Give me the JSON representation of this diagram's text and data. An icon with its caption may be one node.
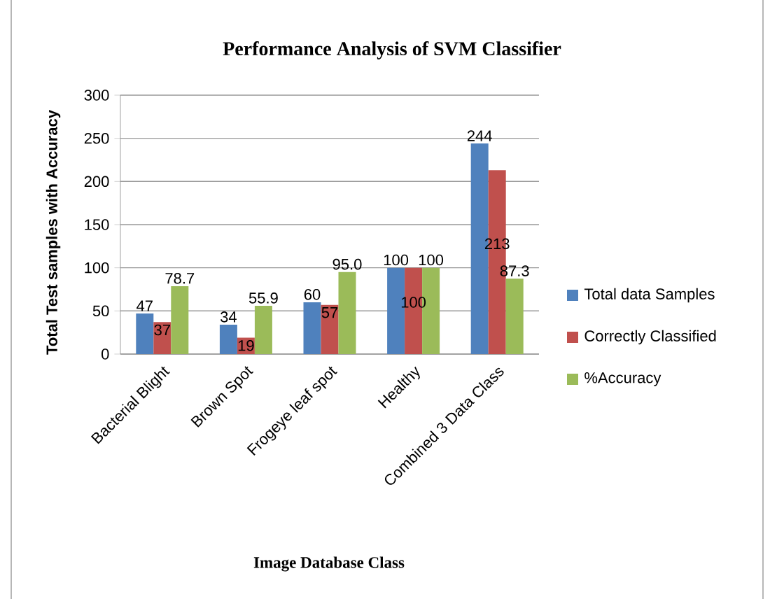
{
  "diagram": {
    "chart_data": {
      "type": "bar",
      "title": "Performance Analysis of SVM Classifier",
      "xlabel": "Image Database Class",
      "ylabel": "Total Test samples with Accuracy",
      "categories": [
        "Bacterial Blight",
        "Brown Spot",
        "Frogeye leaf spot",
        "Healthy",
        "Combined 3 Data Class"
      ],
      "series": [
        {
          "name": "Total data Samples",
          "color": "#4f81bd",
          "values": [
            47,
            34,
            60,
            100,
            244
          ],
          "value_labels": [
            "47",
            "34",
            "60",
            "100",
            "244"
          ]
        },
        {
          "name": "Correctly Classified",
          "color": "#c0504d",
          "values": [
            37,
            19,
            57,
            100,
            213
          ],
          "value_labels": [
            "37",
            "19",
            "57",
            "100",
            "213"
          ]
        },
        {
          "name": "%Accuracy",
          "color": "#9bbb59",
          "values": [
            78.7,
            55.9,
            95.0,
            100,
            87.3
          ],
          "value_labels": [
            "78.7",
            "55.9",
            "95.0",
            "100",
            "87.3"
          ]
        }
      ],
      "ylim": [
        0,
        300
      ],
      "yticks": [
        0,
        50,
        100,
        150,
        200,
        250,
        300
      ],
      "grid": "major",
      "legend": true,
      "data_labels": true
    }
  }
}
